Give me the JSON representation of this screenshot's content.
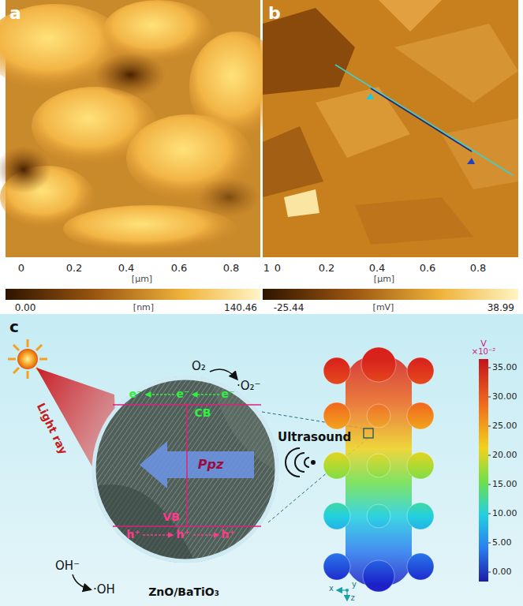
{
  "diagram": {
    "nodes": [
      {
        "text": [
          "e⁻",
          "e⁻",
          "e⁻",
          "CB",
          "Ppz",
          "VB",
          "h⁺",
          "h⁺",
          "h⁺"
        ]
      }
    ],
    "labels": [
      "a",
      "0",
      "0.2",
      "0.4",
      "0.6",
      "0.8",
      "1",
      "[µm]",
      "0.00",
      "[nm]",
      "140.46",
      "b",
      "0",
      "0.2",
      "0.4",
      "0.6",
      "0.8",
      "[µm]",
      "-25.44",
      "[mV]",
      "38.99",
      "c",
      "Light ray",
      "O₂",
      "·O₂⁻",
      "OH⁻",
      "·OH",
      "ZnO/BaTiO₃",
      "Ultrasound",
      "V",
      "×10⁻²",
      "35.00",
      "30.00",
      "25.00",
      "20.00",
      "15.00",
      "10.00",
      "5.00",
      "0.00",
      "x",
      "y",
      "z"
    ]
  }
}
